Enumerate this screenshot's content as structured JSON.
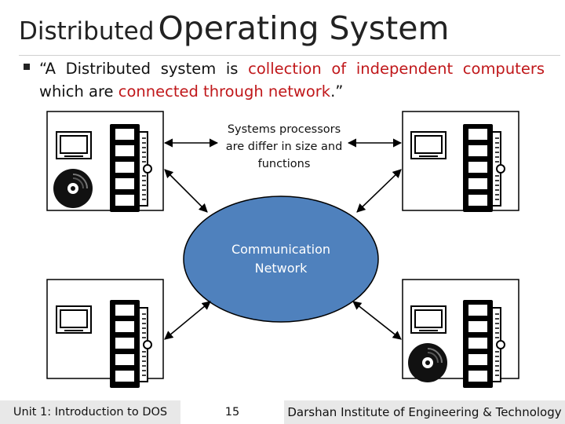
{
  "slide": {
    "title_part1": "Distributed",
    "title_part2": "Operating System",
    "bullet": {
      "p1": "“A Distributed system is ",
      "p2": "collection of independent computers",
      "p3": " which are ",
      "p4": "connected through network",
      "p5": ".”"
    },
    "accent_color": "#c0171a"
  },
  "diagram": {
    "processor_label": "Systems processors are differ in size and functions",
    "network_label": "Communication Network",
    "network_color": "#4f81bd",
    "nodes": [
      {
        "name": "node-top-left",
        "icons": [
          "monitor-icon",
          "disc-icon",
          "memory-chip-icon"
        ]
      },
      {
        "name": "node-top-right",
        "icons": [
          "monitor-icon",
          "memory-chip-icon"
        ]
      },
      {
        "name": "node-bottom-left",
        "icons": [
          "monitor-icon",
          "memory-chip-icon"
        ]
      },
      {
        "name": "node-bottom-right",
        "icons": [
          "monitor-icon",
          "disc-icon",
          "memory-chip-icon"
        ]
      }
    ]
  },
  "footer": {
    "unit": "Unit 1: Introduction to DOS",
    "page": "15",
    "institute": "Darshan Institute of Engineering & Technology"
  }
}
